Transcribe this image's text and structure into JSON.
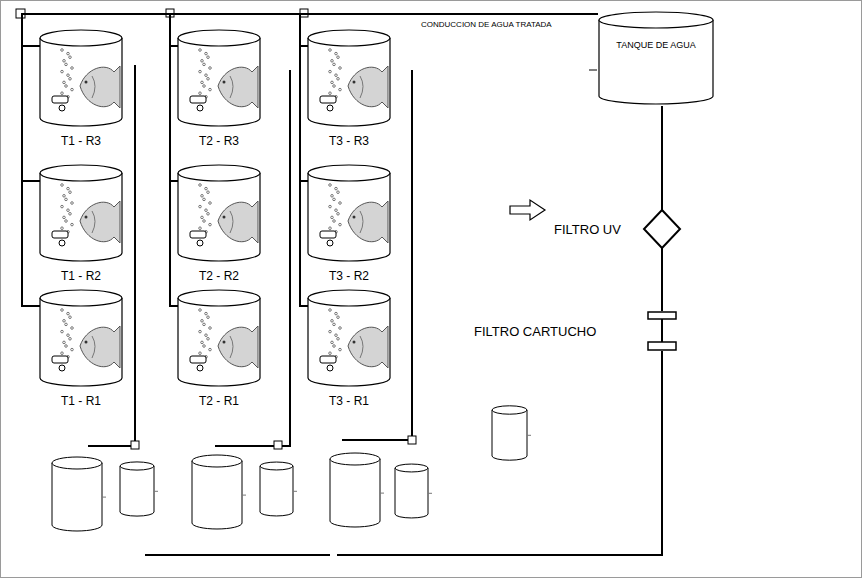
{
  "diagram": {
    "nodes": [
      {
        "text": [
          "T1 - R3"
        ]
      },
      {
        "text": [
          "T2 - R3"
        ]
      },
      {
        "text": [
          "T3 - R3"
        ]
      },
      {
        "text": [
          "TANQUE DE AGUA"
        ]
      },
      {
        "text": [
          "T1 - R2"
        ]
      },
      {
        "text": [
          "T2 - R2"
        ]
      },
      {
        "text": [
          "T3 - R2"
        ]
      },
      {
        "text": [
          "FILTRO UV"
        ]
      },
      {
        "text": [
          "T1 - R1"
        ]
      },
      {
        "text": [
          "T2 - R1"
        ]
      },
      {
        "text": [
          "T3 - R1"
        ]
      },
      {
        "text": [
          "FILTRO CARTUCHO"
        ]
      }
    ],
    "edges": [
      {
        "from": 3,
        "to": 0,
        "arrow": "none"
      },
      {
        "from": 3,
        "to": 4,
        "arrow": "none"
      },
      {
        "from": 3,
        "to": 8,
        "arrow": "none"
      },
      {
        "from": 3,
        "to": 1,
        "arrow": "none"
      },
      {
        "from": 3,
        "to": 5,
        "arrow": "none"
      },
      {
        "from": 3,
        "to": 9,
        "arrow": "none"
      },
      {
        "from": 3,
        "to": 2,
        "arrow": "none"
      },
      {
        "from": 3,
        "to": 6,
        "arrow": "none"
      },
      {
        "from": 3,
        "to": 10,
        "arrow": "none"
      },
      {
        "from": 11,
        "to": 7,
        "arrow": "none"
      },
      {
        "from": 7,
        "to": 3,
        "arrow": "none"
      }
    ],
    "labels": [
      "CONDUCCION DE AGUA TRATADA"
    ]
  }
}
